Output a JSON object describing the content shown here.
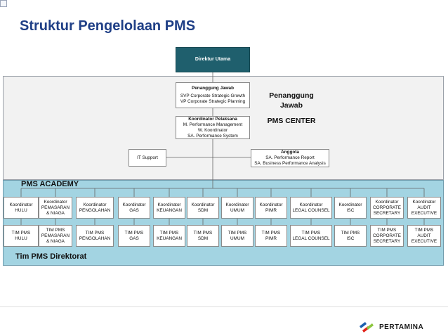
{
  "title": "Struktur Pengelolaan PMS",
  "director": "Direktur Utama",
  "responsible": {
    "header": "Penanggung Jawab",
    "lines": [
      "SVP Corporate Strategic Growth",
      "VP Corporate Strategic Planning"
    ],
    "side_label": "Penanggung\nJawab"
  },
  "coordinator": {
    "header": "Koordinator Pelaksana",
    "lines": [
      "M. Performance Management",
      "W. Koordinator",
      "SA. Performance System"
    ],
    "side_label": "PMS CENTER"
  },
  "it_support": "IT Support",
  "members": {
    "header": "Anggota",
    "lines": [
      "SA. Performance Report",
      "SA. Business Performance Analysis"
    ]
  },
  "academy_label": "PMS ACADEMY",
  "directorate_label": "Tim PMS Direktorat",
  "coordinators": [
    "Koordinator\nHULU",
    "Koordinator\nPEMASARAN\n& NIAGA",
    "Koordinator\nPENGOLAHAN",
    "Koordinator\nGAS",
    "Koordinator\nKEUANGAN",
    "Koordinator\nSDM",
    "Koordinator\nUMUM",
    "Koordinator\nPIMR",
    "Koordinator\nLEGAL COUNSEL",
    "Koordinator\nISC",
    "Koordinator\nCORPORATE\nSECRETARY",
    "Koordinator\nAUDIT\nEXECUTIVE"
  ],
  "teams": [
    "TIM PMS\nHULU",
    "TIM PMS\nPEMASARAN\n& NIAGA",
    "TIM PMS\nPENGOLAHAN",
    "TIM PMS\nGAS",
    "TIM PMS\nKEUANGAN",
    "TIM PMS\nSDM",
    "TIM PMS\nUMUM",
    "TIM PMS\nPIMR",
    "TIM PMS\nLEGAL COUNSEL",
    "TIM PMS\nISC",
    "TIM PMS\nCORPORATE\nSECRETARY",
    "TIM PMS\nAUDIT\nEXECUTIVE"
  ],
  "logo_text": "PERTAMINA",
  "colors": {
    "title": "#1f3f86",
    "director_fill": "#1f5f6d",
    "academy_fill": "#a3d4e2",
    "center_fill": "#f2f2f2",
    "logo_red": "#e2231a",
    "logo_blue": "#1b5fae",
    "logo_green": "#8dc63f"
  }
}
